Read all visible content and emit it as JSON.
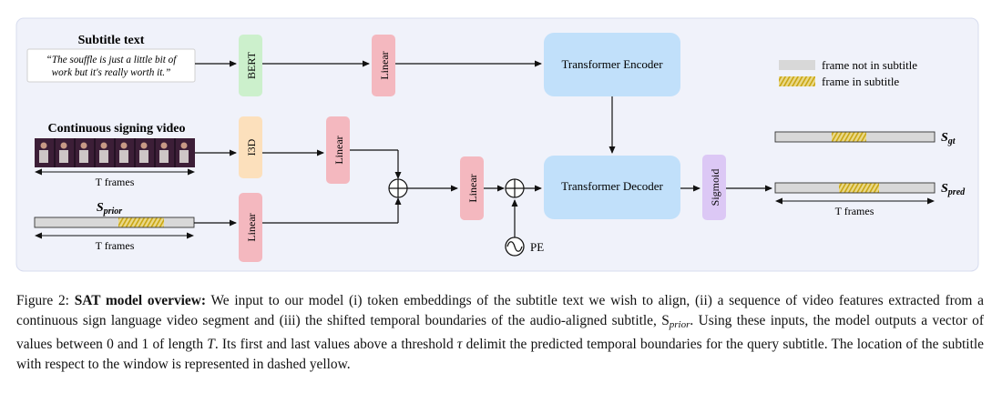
{
  "diagram": {
    "subtitle_heading": "Subtitle text",
    "subtitle_quote_line1": "“The souffle is just a little bit of",
    "subtitle_quote_line2": "work but it's really worth it.”",
    "video_heading": "Continuous signing video",
    "t_frames": "T frames",
    "s_prior_main": "S",
    "s_prior_sub": "prior",
    "bert": "BERT",
    "i3d": "I3D",
    "linear": "Linear",
    "sigmoid": "Sigmoid",
    "encoder": "Transformer Encoder",
    "decoder": "Transformer Decoder",
    "pe": "PE",
    "legend_not": "frame not in subtitle",
    "legend_in": "frame in subtitle",
    "s_gt_main": "S",
    "s_gt_sub": "gt",
    "s_pred_main": "S",
    "s_pred_sub": "pred"
  },
  "caption": {
    "fig_label": "Figure 2:",
    "bold_title": "SAT model overview:",
    "text_a": " We input to our model (i) token embeddings of the subtitle text we wish to align, (ii) a sequence of video features extracted from a continuous sign language video segment and (iii) the shifted temporal boundaries of the audio-aligned subtitle, S",
    "sprior_sub": "prior",
    "text_b": ". Using these inputs, the model outputs a vector of values between 0 and 1 of length ",
    "t_var": "T",
    "text_c": ". Its first and last values above a threshold ",
    "tau": "τ",
    "text_d": " delimit the predicted temporal boundaries for the query subtitle. The location of the subtitle with respect to the window is represented in dashed yellow."
  },
  "colors": {
    "panel_bg": "#f0f2fa",
    "green": "#ccf0cc",
    "orange": "#fce0bc",
    "pink": "#f4b8bf",
    "blue": "#c1e0fa",
    "purple": "#dcc8f5",
    "gray_bar": "#d8d8d8",
    "yellow": "#e8c020"
  }
}
